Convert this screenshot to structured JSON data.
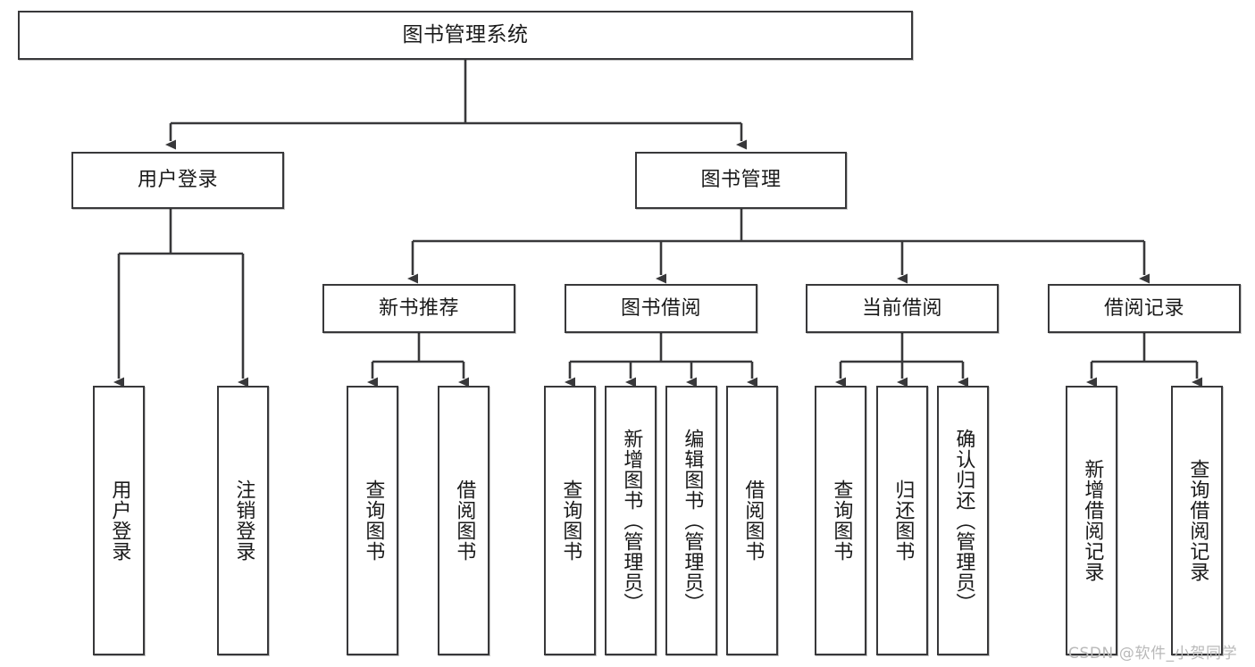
{
  "diagram": {
    "title_node": {
      "label": "图书管理系统"
    },
    "level2": [
      {
        "id": "user-login",
        "label": "用户登录"
      },
      {
        "id": "book-management",
        "label": "图书管理"
      }
    ],
    "level3": [
      {
        "id": "new-book-recommend",
        "label": "新书推荐"
      },
      {
        "id": "book-borrow",
        "label": "图书借阅"
      },
      {
        "id": "current-borrow",
        "label": "当前借阅"
      },
      {
        "id": "borrow-record",
        "label": "借阅记录"
      }
    ],
    "leaves": {
      "user_login": [
        {
          "id": "leaf-user-login",
          "label": "用户登录"
        },
        {
          "id": "leaf-logout-login",
          "label": "注销登录"
        }
      ],
      "new_book_recommend": [
        {
          "id": "leaf-query-book-1",
          "label": "查询图书"
        },
        {
          "id": "leaf-borrow-book-1",
          "label": "借阅图书"
        }
      ],
      "book_borrow": [
        {
          "id": "leaf-query-book-2",
          "label": "查询图书"
        },
        {
          "id": "leaf-add-book",
          "label": "新增图书（管理员）"
        },
        {
          "id": "leaf-edit-book",
          "label": "编辑图书（管理员）"
        },
        {
          "id": "leaf-borrow-book-2",
          "label": "借阅图书"
        }
      ],
      "current_borrow": [
        {
          "id": "leaf-query-book-3",
          "label": "查询图书"
        },
        {
          "id": "leaf-return-book",
          "label": "归还图书"
        },
        {
          "id": "leaf-confirm-return",
          "label": "确认归还（管理员）"
        }
      ],
      "borrow_record": [
        {
          "id": "leaf-add-record",
          "label": "新增借阅记录"
        },
        {
          "id": "leaf-query-record",
          "label": "查询借阅记录"
        }
      ]
    }
  },
  "watermark": {
    "text": "CSDN @软件_小贺同学"
  },
  "colors": {
    "stroke": "#38383a",
    "box_fill": "#ffffff",
    "text": "#1a1a1a",
    "watermark": "#b9b9b9",
    "background": "#ffffff"
  }
}
